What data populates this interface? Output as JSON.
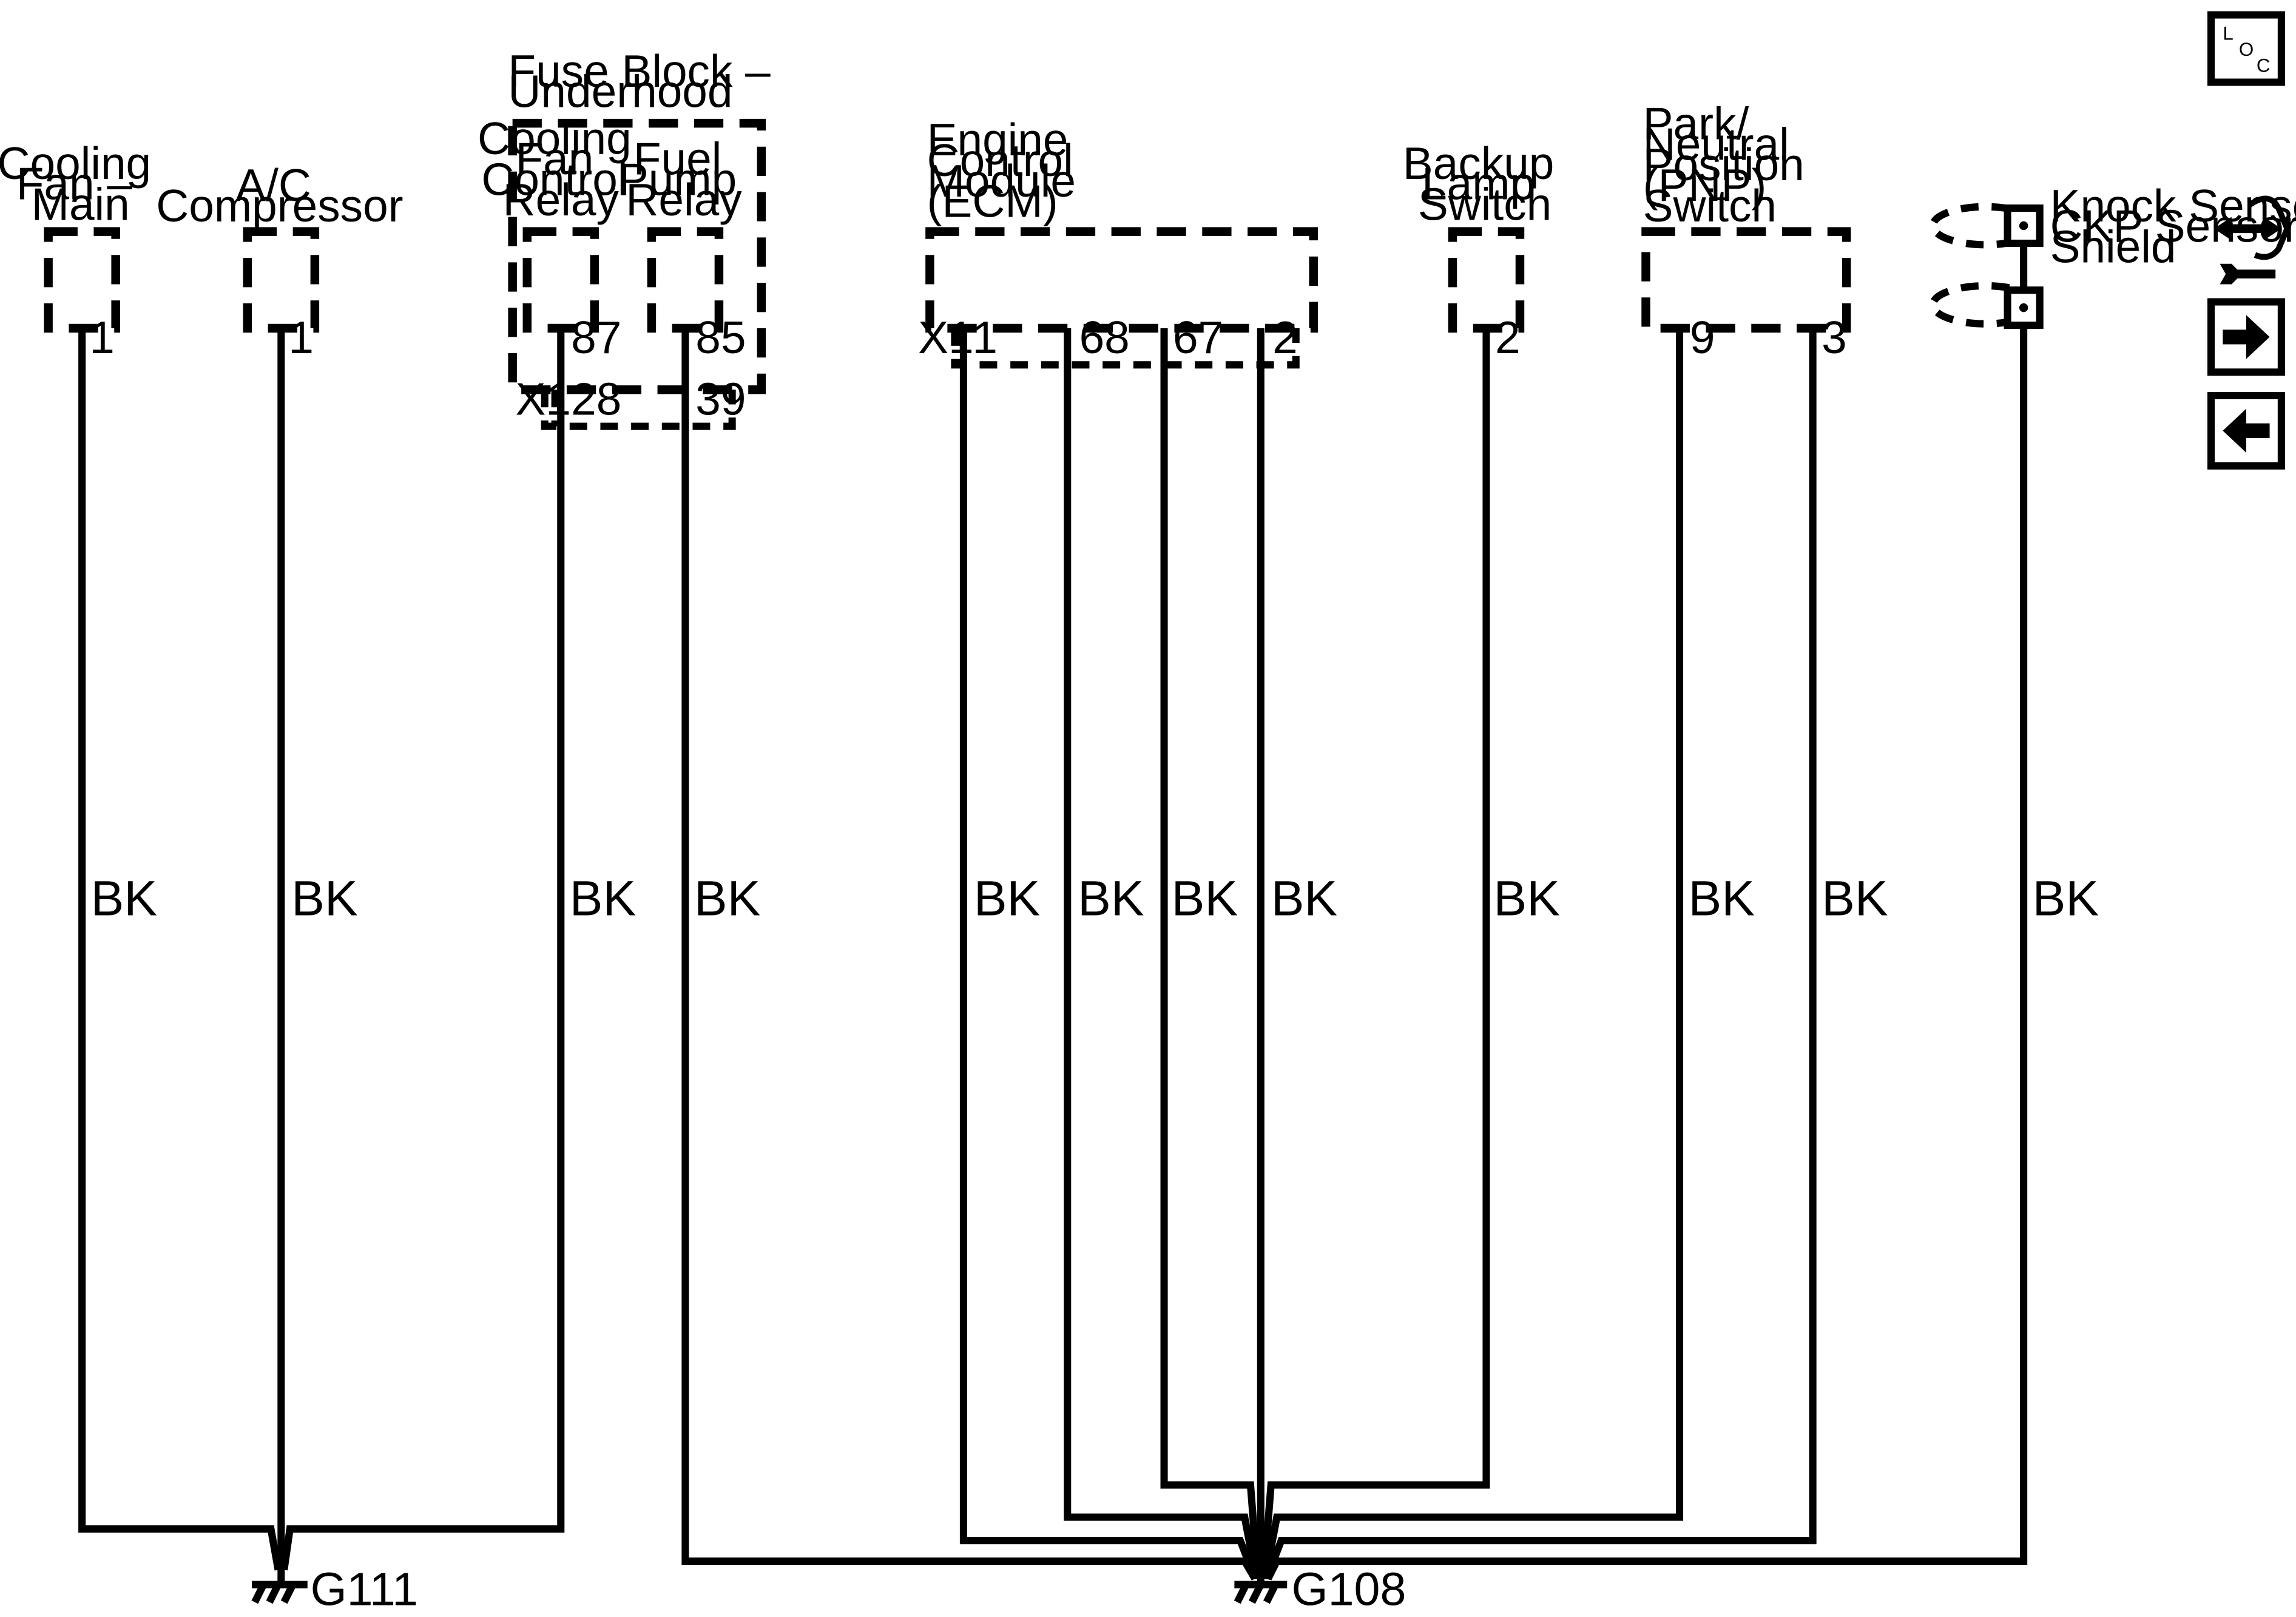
{
  "components": {
    "cooling_fan_main": [
      "Cooling",
      "Fan –",
      "Main"
    ],
    "ac_compressor": [
      "A/C",
      "Compressor"
    ],
    "fuse_block": [
      "Fuse Block –",
      "Underhood"
    ],
    "cooling_fan_control_relay": [
      "Cooling",
      "Fan",
      "Control",
      "Relay"
    ],
    "fuel_pump_relay": [
      "Fuel",
      "Pump",
      "Relay"
    ],
    "ecm": [
      "Engine",
      "Control",
      "Module",
      "(ECM)"
    ],
    "backup_lamp_switch": [
      "Backup",
      "Lamp",
      "Switch"
    ],
    "pnp_switch": [
      "Park/",
      "Neutral",
      "Position",
      "(PNP)",
      "Switch"
    ],
    "knock_sensor_shield": [
      "Knock Sensor/",
      "CKP Sensor",
      "Shield"
    ]
  },
  "connectors": {
    "fuse_block_connector": "X1",
    "ecm_connector": "X1"
  },
  "pins": {
    "cooling_fan_main": "1",
    "ac_compressor": "1",
    "cooling_fan_relay": "87",
    "fuel_pump_relay": "85",
    "fuse_block_x1_a": "28",
    "fuse_block_x1_b": "39",
    "ecm_1": "1",
    "ecm_68": "68",
    "ecm_67": "67",
    "ecm_2": "2",
    "backup_lamp": "2",
    "pnp_9": "9",
    "pnp_3": "3"
  },
  "wire_color": "BK",
  "grounds": {
    "left": "G111",
    "right": "G108"
  },
  "loc_button": {
    "letters": [
      "L",
      "O",
      "C"
    ]
  },
  "nav_icons": [
    "connector-tool-icon",
    "arrow-right-icon",
    "arrow-left-icon"
  ]
}
